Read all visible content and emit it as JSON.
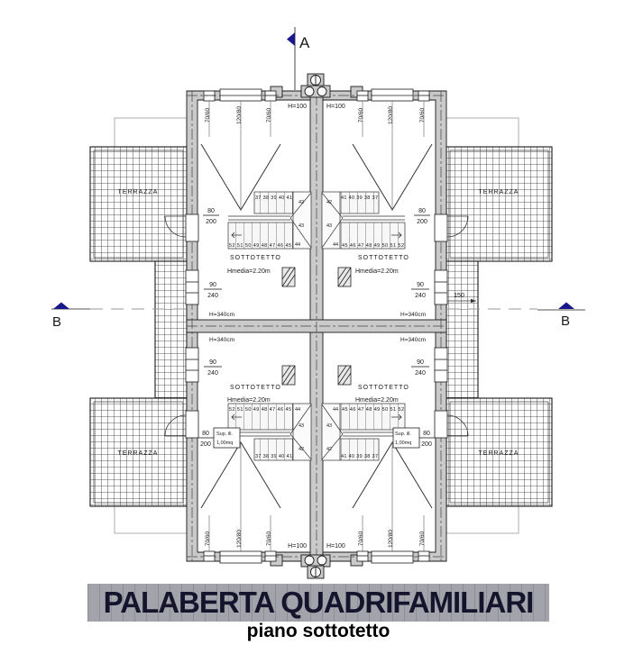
{
  "title_banner": {
    "title": "PALABERTA QUADRIFAMILIARI",
    "subtitle": "piano sottotetto"
  },
  "section_markers": {
    "a": "A",
    "b": "B"
  },
  "labels": {
    "room_name": "SOTTOTETTO",
    "avg_height": "Hmedia=2.20m",
    "internal_height": "H=340cm",
    "eave_height": "H=100",
    "terrace": "TERRAZZA",
    "sup_ill_line1": "Sup. ill.",
    "sup_ill_line2": "1,00mq",
    "right_dim": "150"
  },
  "dims": {
    "window_small": "70/60",
    "window_large": "120/80",
    "door_width": "80",
    "door_height": "200",
    "side_window_width": "90",
    "side_window_height": "240"
  },
  "stairs": {
    "treads_37_41": "37 38 39 40 41",
    "treads_41_37": "41 40 39 38 37",
    "winder_42": "42",
    "winder_43": "43",
    "tread_44": "44",
    "treads_45_52": "45 46 47 48 49 50 51 52",
    "treads_52_45": "52 51 50 49 48 47 46 45"
  },
  "colors": {
    "wall_fill": "#cacaca",
    "section_marker": "#18188c",
    "banner_bg": "#a3a3ab",
    "banner_text": "#14142c"
  }
}
